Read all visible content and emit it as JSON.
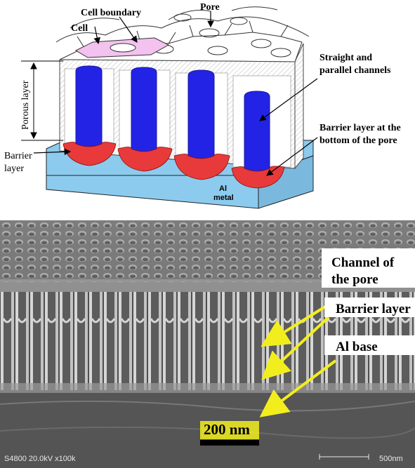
{
  "diagram": {
    "labels": {
      "cell_boundary": "Cell boundary",
      "pore": "Pore",
      "cell": "Cell",
      "straight_channels_1": "Straight and",
      "straight_channels_2": "parallel channels",
      "porous_layer": "Porous layer",
      "barrier_bottom_1": "Barrier layer at the",
      "barrier_bottom_2": "bottom of the pore",
      "barrier_1": "Barrier",
      "barrier_2": "layer",
      "al_1": "Al",
      "al_2": "metal"
    },
    "colors": {
      "channel": "#2323e6",
      "barrier": "#e83a3a",
      "metal": "#8ccbee",
      "cell_highlight": "#f3c2ee"
    }
  },
  "sem": {
    "labels": {
      "channel_1": "Channel of",
      "channel_2": "the pore",
      "barrier": "Barrier layer",
      "al_base": "Al base"
    },
    "scale_bar": "200 nm",
    "info_left": "S4800 20.0kV x100k",
    "info_right": "500nm",
    "arrow_color": "#f2ee1e"
  }
}
